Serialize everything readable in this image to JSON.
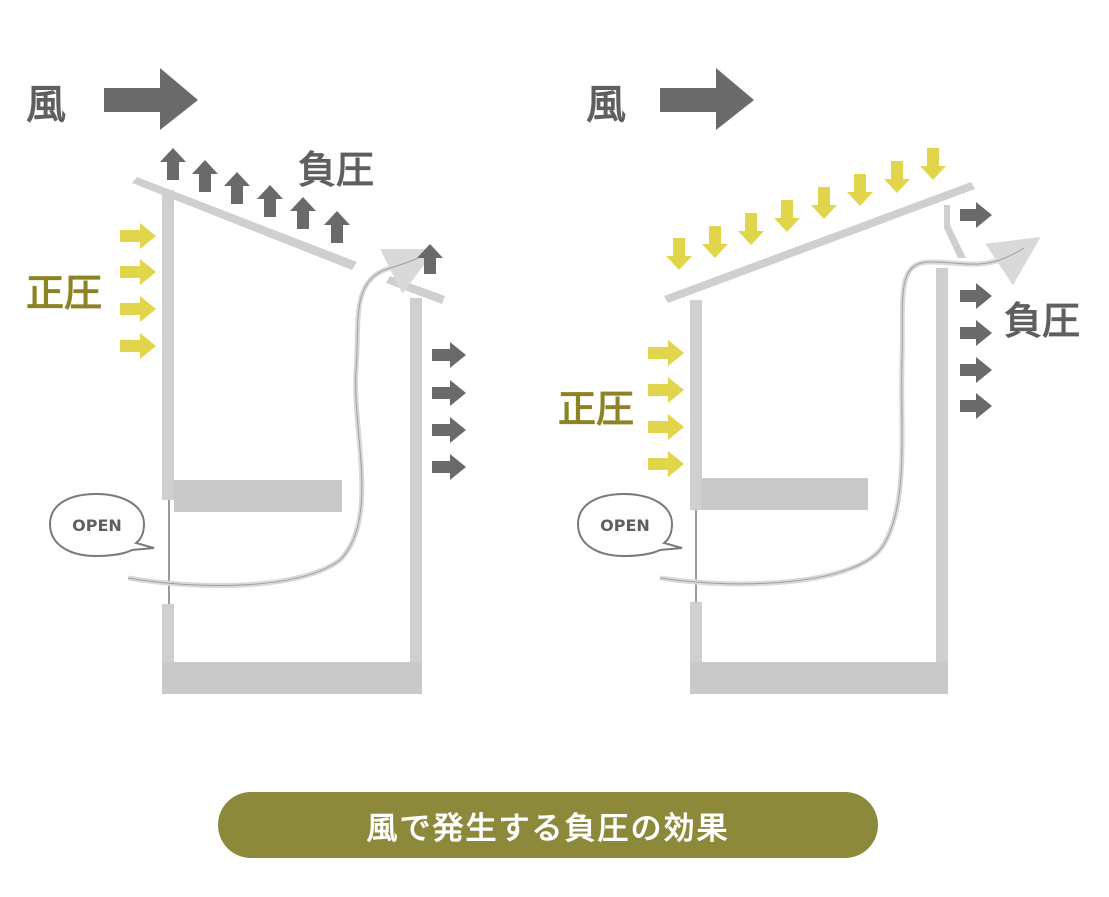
{
  "colors": {
    "wall": "#cfcfcf",
    "floor": "#c9c9c9",
    "dark_arrow": "#6a6a6a",
    "yellow_arrow": "#e1d54b",
    "flow_line": "#d9d9d9",
    "caption_bg": "#8c8a3a",
    "caption_text": "#ffffff",
    "label_dark": "#5f5f5f",
    "label_olive": "#8c8424"
  },
  "left_diagram": {
    "wind_label": "風",
    "negative_pressure_label": "負圧",
    "positive_pressure_label": "正圧",
    "open_bubble": "OPEN"
  },
  "right_diagram": {
    "wind_label": "風",
    "negative_pressure_label": "負圧",
    "positive_pressure_label": "正圧",
    "open_bubble": "OPEN"
  },
  "caption": {
    "text": "風で発生する負圧の効果"
  }
}
